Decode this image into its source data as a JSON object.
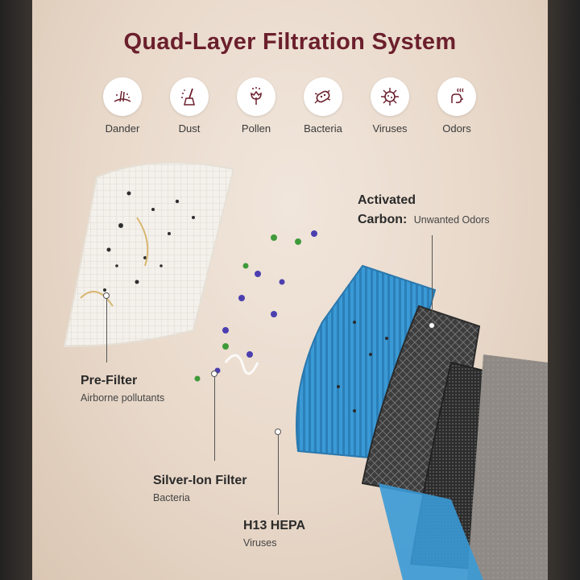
{
  "title": "Quad-Layer Filtration System",
  "pollutants": [
    {
      "label": "Dander",
      "icon": "dander-icon"
    },
    {
      "label": "Dust",
      "icon": "dust-icon"
    },
    {
      "label": "Pollen",
      "icon": "pollen-icon"
    },
    {
      "label": "Bacteria",
      "icon": "bacteria-icon"
    },
    {
      "label": "Viruses",
      "icon": "virus-icon"
    },
    {
      "label": "Odors",
      "icon": "odor-icon"
    }
  ],
  "layers": {
    "pre_filter": {
      "name": "Pre-Filter",
      "desc": "Airborne pollutants"
    },
    "silver_ion": {
      "name": "Silver-Ion Filter",
      "desc": "Bacteria"
    },
    "hepa": {
      "name": "H13 HEPA",
      "desc": "Viruses"
    },
    "carbon": {
      "name_line1": "Activated",
      "name_line2": "Carbon:",
      "desc": "Unwanted Odors"
    }
  },
  "colors": {
    "title": "#6b1f2c",
    "hepa_blue": "#3a9ad6",
    "carbon": "#4a4a4a",
    "virus_purple": "#4b3fb0",
    "bacteria_green": "#3f9a3a"
  }
}
